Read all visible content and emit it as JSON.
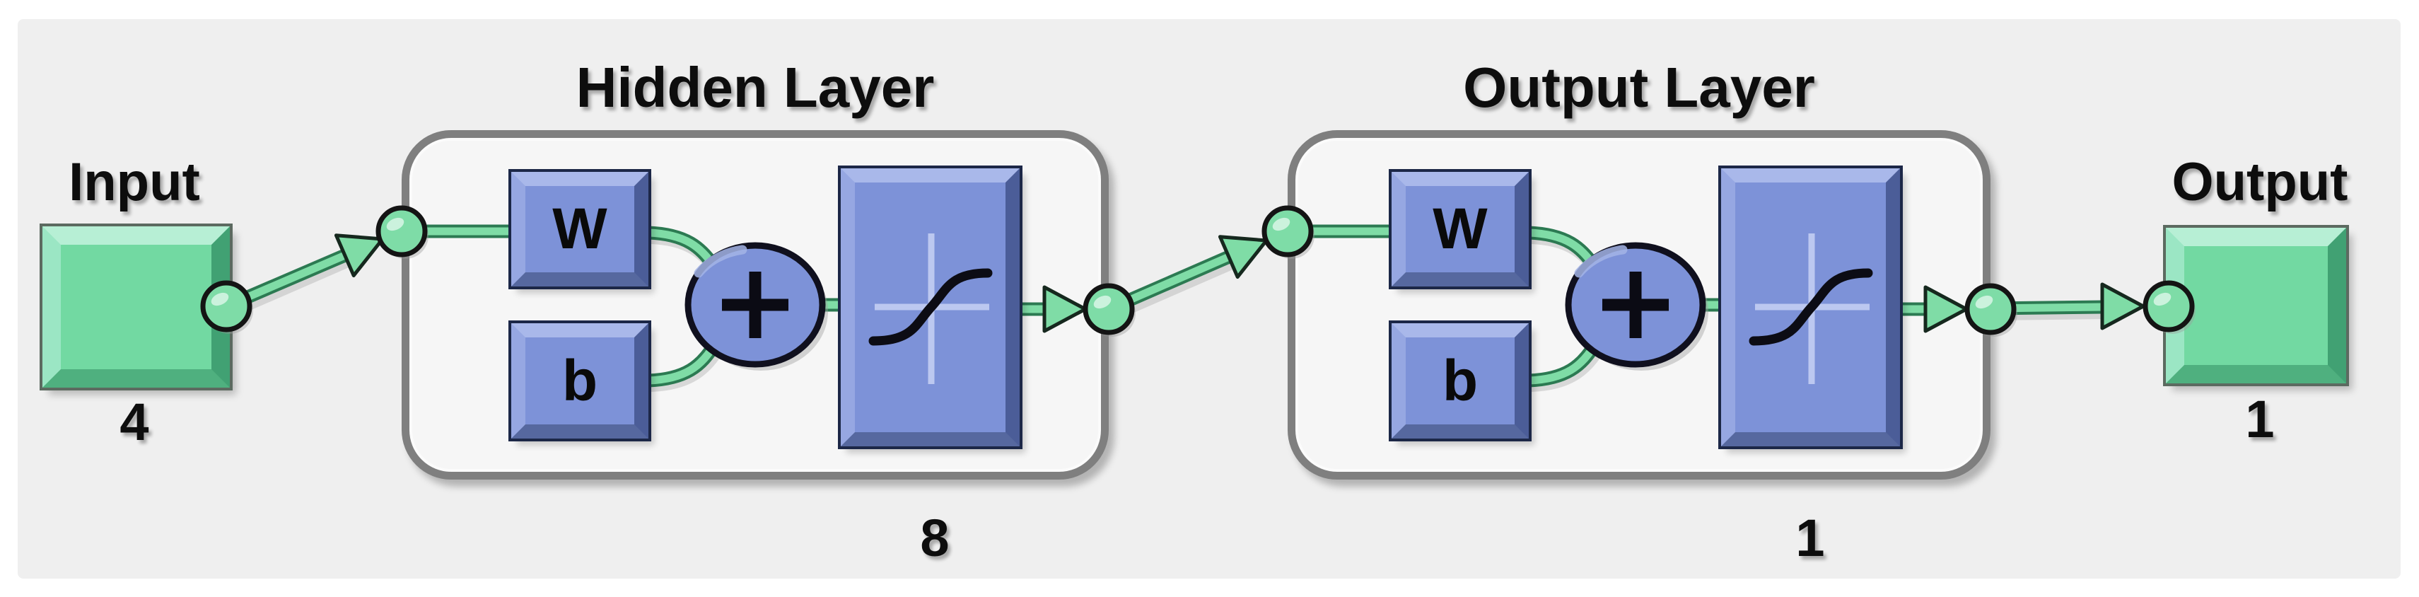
{
  "network": {
    "input": {
      "label": "Input",
      "dimension": "4"
    },
    "layers": [
      {
        "title": "Hidden Layer",
        "weight_label": "W",
        "bias_label": "b",
        "neuron_count": "8"
      },
      {
        "title": "Output Layer",
        "weight_label": "W",
        "bias_label": "b",
        "neuron_count": "1"
      }
    ],
    "output": {
      "label": "Output",
      "dimension": "1"
    }
  },
  "icons": {
    "sum_junction": "plus-icon",
    "transfer_function": "s-curve-icon",
    "connection_arrow": "arrowhead-icon",
    "signal_point": "signal-node-icon"
  },
  "theme": {
    "panel-bg": "#efefef",
    "page-bg": "#ffffff",
    "box-bg": "#f6f6f6",
    "box-border": "#7f7f7f",
    "green-face": "#72d9a2",
    "blue-face": "#7d92d8",
    "blue-ring": "#1c2747",
    "wire-light": "#7fdca6",
    "wire-dark": "#2c7a52",
    "node-fill": "#7edca7",
    "ink": "#0d0d0d"
  }
}
